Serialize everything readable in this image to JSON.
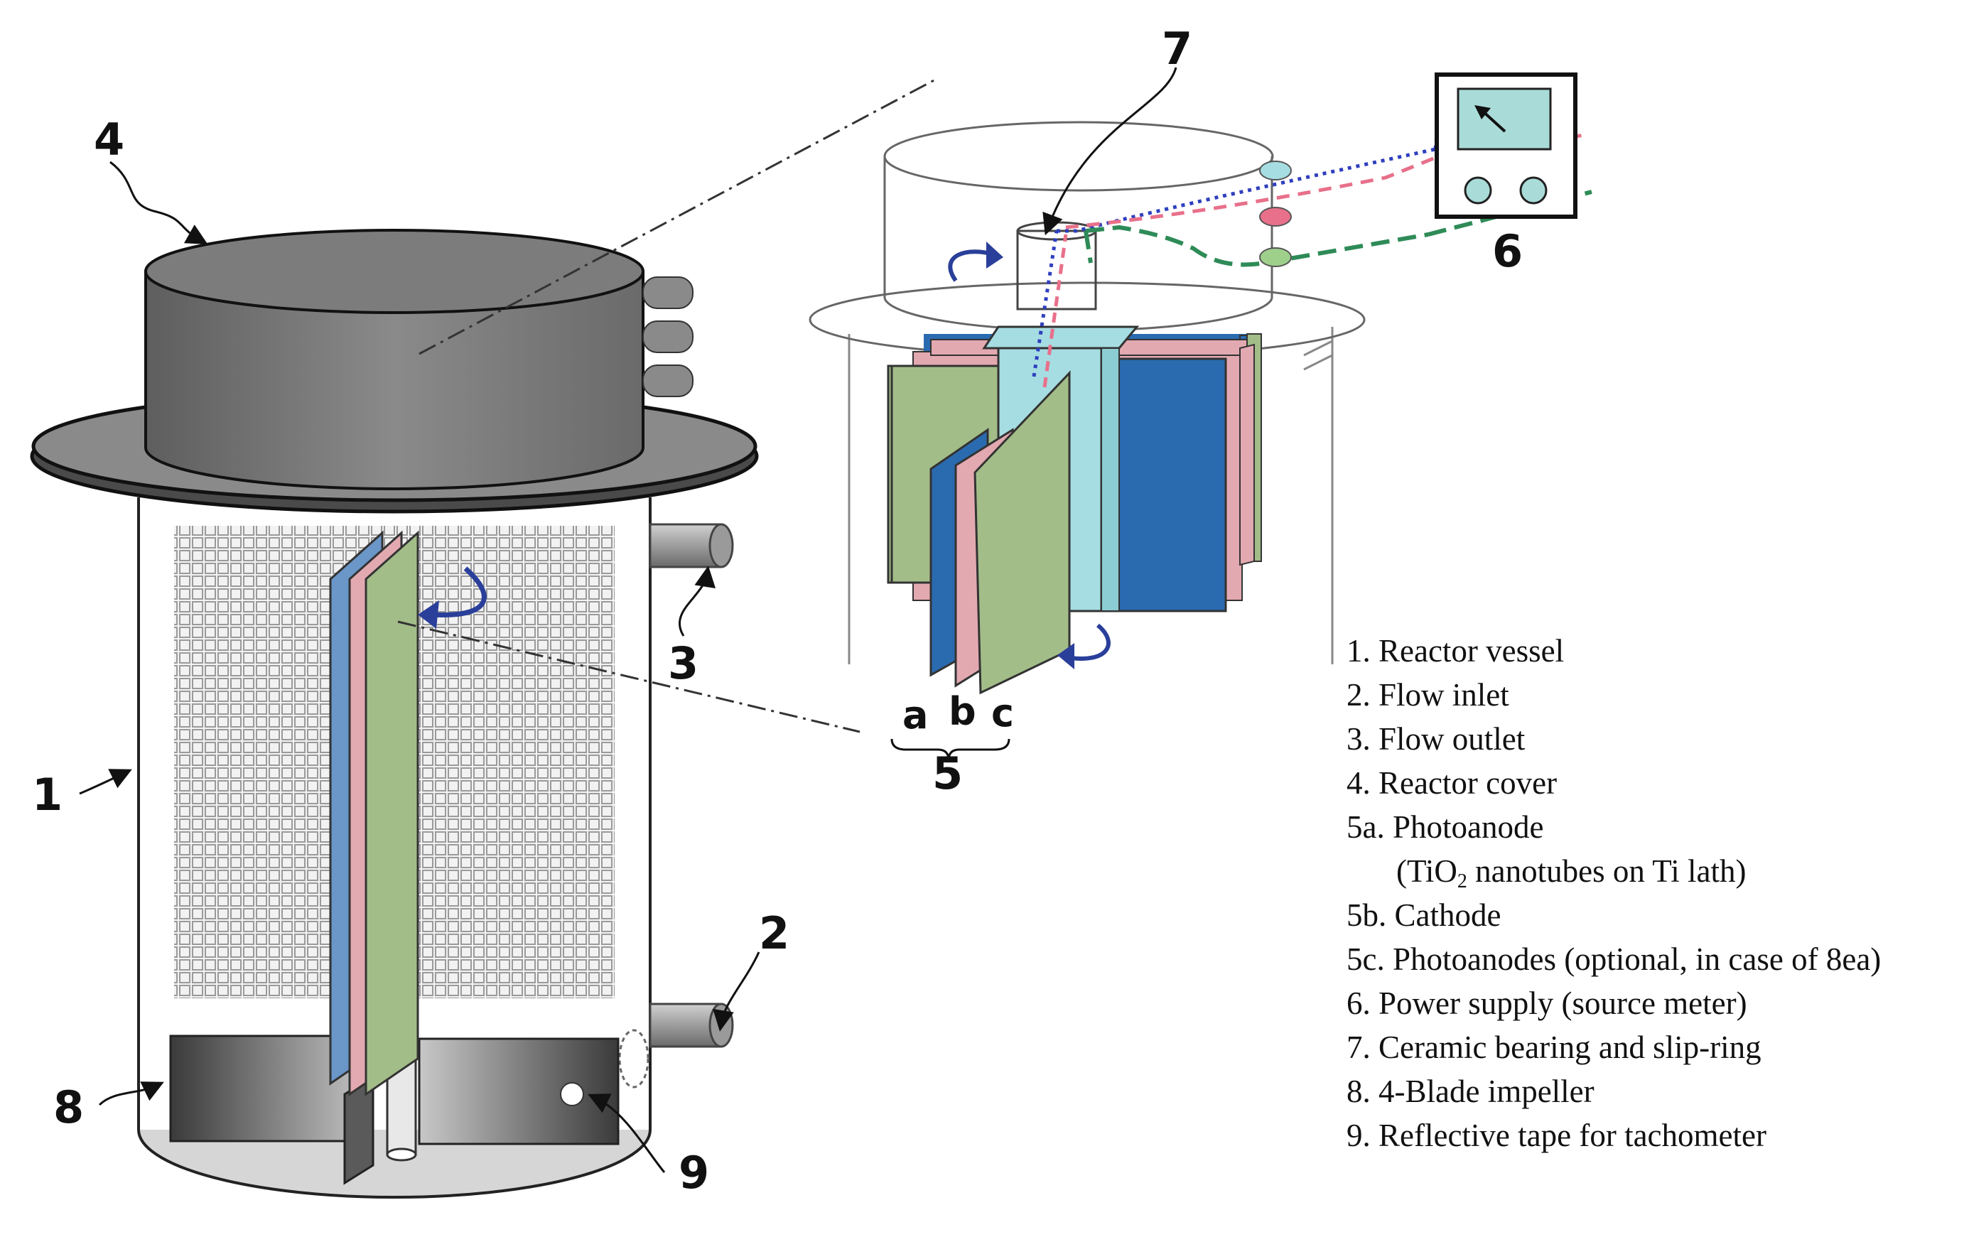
{
  "labels": {
    "l1": "1",
    "l2": "2",
    "l3": "3",
    "l4": "4",
    "l5": "5",
    "l6": "6",
    "l7": "7",
    "l8": "8",
    "l9": "9",
    "la": "a",
    "lb": "b",
    "lc": "c"
  },
  "legend": {
    "item1": "1. Reactor vessel",
    "item2": "2. Flow inlet",
    "item3": "3. Flow outlet",
    "item4": "4. Reactor cover",
    "item5a": "5a. Photoanode",
    "item5a_detail_pre": "(TiO",
    "item5a_detail_sub": "2",
    "item5a_detail_post": " nanotubes on Ti lath)",
    "item5b": "5b. Cathode",
    "item5c": "5c. Photoanodes (optional, in case of 8ea)",
    "item6": "6. Power supply (source meter)",
    "item7": "7. Ceramic bearing and slip-ring",
    "item8": "8. 4-Blade impeller",
    "item9": "9. Reflective tape for tachometer"
  },
  "colors": {
    "photoanode_green": "#9ab87e",
    "cathode_pink": "#e8a7b0",
    "electrode_blue": "#4a86c5",
    "dark_blue": "#2a6bb0",
    "shaft_cyan": "#a6dde2",
    "lead_blue": "#2f3fbf",
    "lead_pink": "#e8708a",
    "lead_green": "#2e8b57",
    "meter_screen": "#a9dcd8",
    "cover_gray": "#7a7a7a",
    "arrow_navy": "#2a3f9a"
  }
}
